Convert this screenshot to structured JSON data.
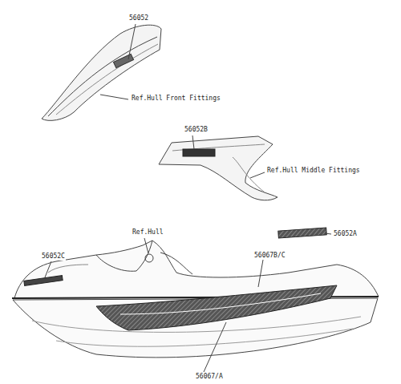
{
  "diagram": {
    "labels": [
      "56052",
      "Ref.Hull Front Fittings",
      "56052B",
      "Ref.Hull Middle Fittings",
      "Ref.Hull",
      "56052A",
      "56052C",
      "56067B/C",
      "56067/A"
    ]
  }
}
